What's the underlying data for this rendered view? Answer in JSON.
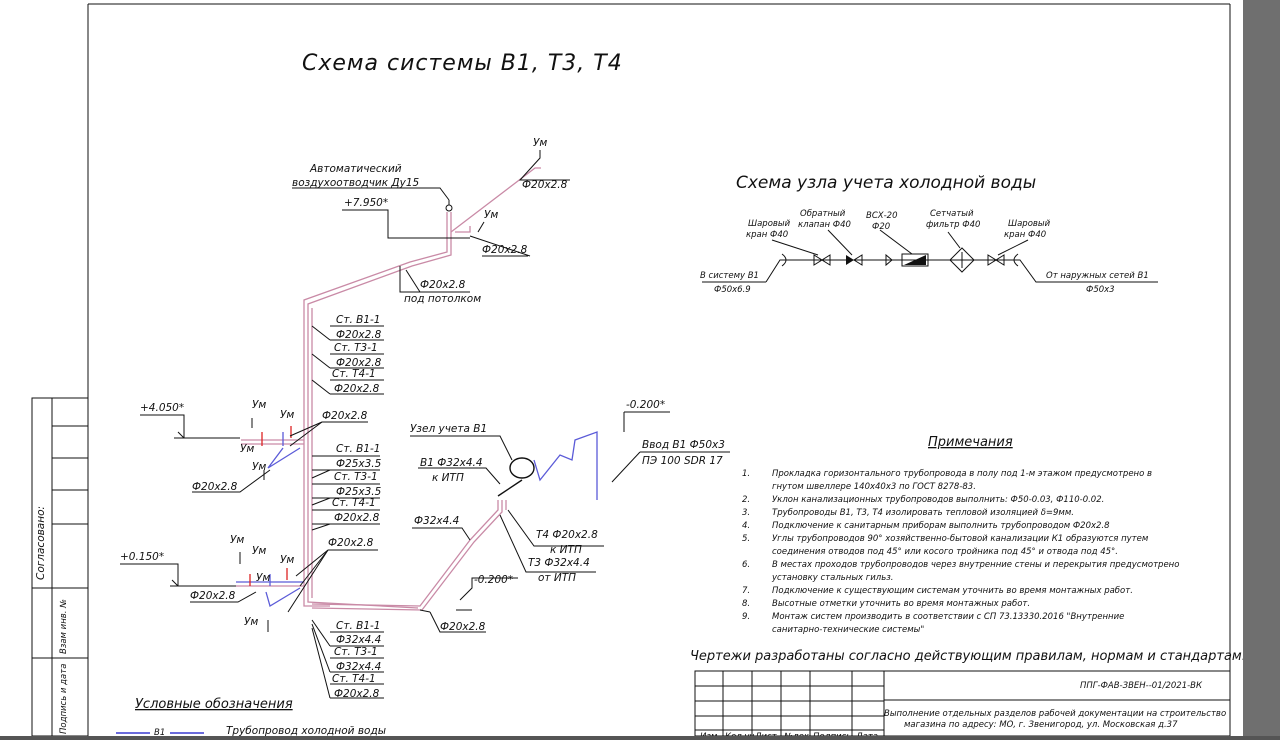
{
  "titles": {
    "main": "Схема системы В1, Т3, Т4",
    "meter_scheme": "Схема узла учета холодной воды",
    "notes": "Примечания",
    "legend": "Условные обозначения",
    "compliance": "Чертежи разработаны согласно действующим правилам, нормам и стандартам."
  },
  "scheme_labels": {
    "um_top": "Ум",
    "d20_top": "Ф20x2.8",
    "air_vent_1": "Автоматический",
    "air_vent_2": "воздухоотводчик Ду15",
    "elev_7950": "+7.950*",
    "um_right": "Ум",
    "d20_right": "Ф20x2.8",
    "d20_ceiling": "Ф20x2.8",
    "under_ceiling": "под потолком",
    "riser_st_v1": "Ст. В1-1",
    "riser_d20_a": "Ф20x2.8",
    "riser_st_t3": "Ст. Т3-1",
    "riser_d20_b": "Ф20x2.8",
    "riser_st_t4": "Ст. Т4-1",
    "riser_d20_c": "Ф20x2.8",
    "elev_4050": "+4.050*",
    "f2_um_a": "Ум",
    "f2_um_b": "Ум",
    "f2_d20": "Ф20x2.8",
    "f2_um_c": "Ум",
    "f2_um_d": "Ум",
    "f2_d20_left": "Ф20x2.8",
    "mid_st_v1": "Ст. В1-1",
    "mid_d25_a": "Ф25x3.5",
    "mid_st_t3": "Ст. Т3-1",
    "mid_d25_b": "Ф25x3.5",
    "mid_st_t4": "Ст. Т4-1",
    "mid_d20": "Ф20x2.8",
    "node_v1": "Узел учета В1",
    "v1_d32": "В1 Ф32x4.4",
    "to_itp_1": "к ИТП",
    "elev_m0200_top": "-0.200*",
    "inlet_1": "Ввод В1 Ф50x3",
    "inlet_2": "ПЭ 100 SDR 17",
    "d32_left": "Ф32x4.4",
    "t4_d20": "Т4  Ф20x2.8",
    "to_itp_2": "к ИТП",
    "t3_d32": "Т3  Ф32x4.4",
    "from_itp": "от ИТП",
    "elev_m0200_bot": "-0.200*",
    "d20_bottom": "Ф20x2.8",
    "elev_0150": "+0.150*",
    "f1_d20": "Ф20x2.8",
    "f1_um_a": "Ум",
    "f1_um_b": "Ум",
    "f1_um_c": "Ум",
    "f1_um_d": "Ум",
    "f1_um_e": "Ум",
    "f1_d20_left": "Ф20x2.8",
    "bot_st_v1": "Ст. В1-1",
    "bot_d32_a": "Ф32x4.4",
    "bot_st_t3": "Ст. Т3-1",
    "bot_d32_b": "Ф32x4.4",
    "bot_st_t4": "Ст. Т4-1",
    "bot_d20": "Ф20x2.8"
  },
  "meter_labels": {
    "ball_valve_left_1": "Шаровый",
    "ball_valve_left_2": "кран Ф40",
    "check_valve_1": "Обратный",
    "check_valve_2": "клапан Ф40",
    "meter_1": "ВСХ-20",
    "meter_2": "Ф20",
    "filter_1": "Сетчатый",
    "filter_2": "фильтр Ф40",
    "ball_valve_right_1": "Шаровый",
    "ball_valve_right_2": "кран Ф40",
    "to_system_1": "В систему В1",
    "to_system_2": "Ф50x6.9",
    "from_outer_1": "От наружных сетей В1",
    "from_outer_2": "Ф50x3"
  },
  "notes": [
    {
      "num": "1.",
      "lines": [
        "Прокладка горизонтального трубопровода в полу под 1-м этажом  предусмотрено в",
        "гнутом швеллере 140x40x3 по ГОСТ 8278-83."
      ]
    },
    {
      "num": "2.",
      "lines": [
        "Уклон канализационных трубопроводов выполнить: Ф50-0.03, Ф110-0.02."
      ]
    },
    {
      "num": "3.",
      "lines": [
        "Трубопроводы В1, Т3, Т4 изолировать тепловой изоляцией δ=9мм."
      ]
    },
    {
      "num": "4.",
      "lines": [
        "Подключение к санитарным приборам выполнить трубопроводом Ф20x2.8"
      ]
    },
    {
      "num": "5.",
      "lines": [
        "Углы трубопроводов 90° хозяйственно-бытовой канализации К1 образуются путем",
        "соединения отводов под 45° или косого тройника под 45° и отвода под 45°."
      ]
    },
    {
      "num": "6.",
      "lines": [
        "В местах проходов трубопроводов через внутренние стены и перекрытия предусмотрено",
        "установку стальных гильз."
      ]
    },
    {
      "num": "7.",
      "lines": [
        "Подключение к существующим системам уточнить во время монтажных работ."
      ]
    },
    {
      "num": "8.",
      "lines": [
        "Высотные отметки уточнить во время монтажных работ."
      ]
    },
    {
      "num": "9.",
      "lines": [
        "Монтаж систем производить в соответствии с СП 73.13330.2016 \"Внутренние",
        "санитарно-технические системы\""
      ]
    }
  ],
  "legend": {
    "code": "В1",
    "text": "Трубопровод холодной воды"
  },
  "side_stamp": {
    "agreed": "Согласовано:",
    "replaced_inv": "Взам инв. №",
    "sign_date": "Подпись и дата"
  },
  "title_block": {
    "code": "ППГ-ФАВ-ЗВЕН--01/2021-ВК",
    "desc_1": "Выполнение отдельных разделов рабочей документации на строительство",
    "desc_2": "магазина по адресу: МО, г. Звенигород, ул. Московская д.37",
    "col_headers": [
      "Изм.",
      "Кол.уч",
      "Лист",
      "№док.",
      "Подпись",
      "Дата"
    ]
  },
  "colors": {
    "paper": "#ffffff",
    "background": "#6f6f6f",
    "line": "#111111",
    "pipe_v1": "#5b5bd8",
    "pipe_t3": "#d22222",
    "pipe_t4": "#c98aa6"
  }
}
